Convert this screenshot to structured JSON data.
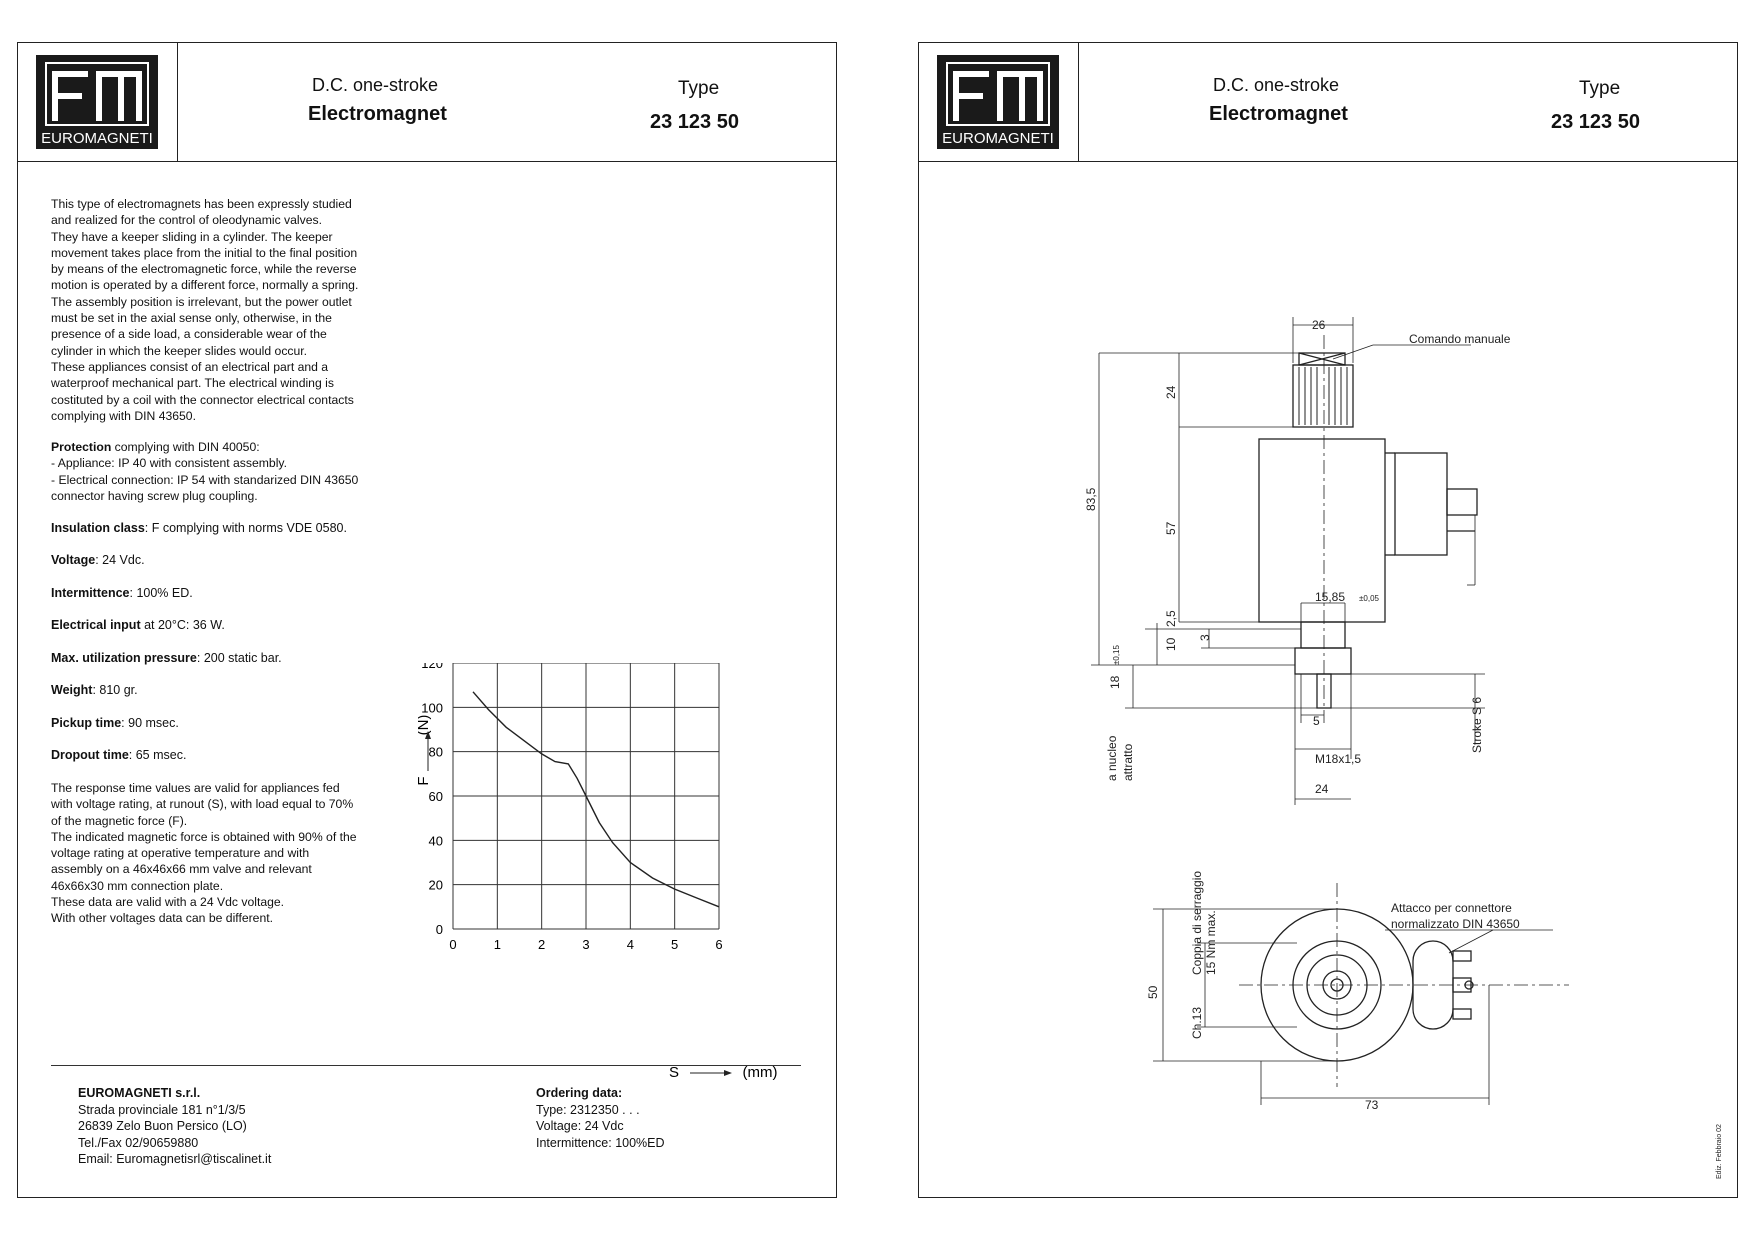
{
  "header": {
    "logo_text": "EUROMAGNETI",
    "subtitle": "D.C. one-stroke",
    "title": "Electromagnet",
    "type_label": "Type",
    "type_number": "23 123 50"
  },
  "description": "This type of electromagnets has been expressly studied\nand realized for the control of oleodynamic valves.\nThey have a keeper sliding in a cylinder. The keeper\nmovement takes place from the initial to the final position\nby means of the electromagnetic force, while the reverse\nmotion is operated by a different force, normally a spring.\nThe assembly position is irrelevant, but the power outlet\nmust be set in the axial sense only, otherwise, in the\npresence of a side load, a considerable wear of the\ncylinder in which the keeper slides would occur.\nThese appliances consist of an electrical part and a\nwaterproof mechanical part. The electrical winding is\ncostituted by a coil with the connector electrical contacts\ncomplying with DIN 43650.",
  "protection": {
    "label": "Protection",
    "text": " complying with DIN 40050:\n- Appliance: IP 40 with consistent assembly.\n- Electrical connection: IP 54 with standarized DIN 43650\nconnector having screw plug coupling."
  },
  "specs": [
    {
      "label": "Insulation class",
      "value": ": F complying with norms VDE 0580."
    },
    {
      "label": "Voltage",
      "value": ": 24 Vdc."
    },
    {
      "label": "Intermittence",
      "value": ": 100% ED."
    },
    {
      "label": "Electrical input",
      "value": " at 20°C: 36 W."
    },
    {
      "label": "Max. utilization pressure",
      "value": ": 200 static bar."
    },
    {
      "label": "Weight",
      "value": ": 810 gr."
    },
    {
      "label": "Pickup time",
      "value": ": 90 msec."
    },
    {
      "label": "Dropout time",
      "value": ": 65 msec."
    }
  ],
  "notes": "The response time values are valid for appliances fed\nwith voltage rating, at runout (S), with load equal to 70%\nof the magnetic force (F).\nThe indicated magnetic force is obtained with 90% of the\nvoltage rating at operative temperature and with\nassembly on a 46x46x66 mm valve and relevant\n46x66x30 mm connection plate.\nThese data are valid with a 24 Vdc voltage.\nWith other voltages data can be different.",
  "company": {
    "name": "EUROMAGNETI s.r.l.",
    "lines": "Strada provinciale 181 n°1/3/5\n26839 Zelo Buon Persico (LO)\nTel./Fax 02/90659880\nEmail: Euromagnetisrl@tiscalinet.it"
  },
  "ordering": {
    "title": "Ordering data:",
    "lines": "Type: 2312350 . . .\nVoltage: 24 Vdc\nIntermittence: 100%ED"
  },
  "chart_data": {
    "type": "line",
    "ylabel_symbol": "F",
    "ylabel_unit": "(N)",
    "xlabel_symbol": "S",
    "xlabel_unit": "(mm)",
    "xlim": [
      0,
      6
    ],
    "ylim": [
      0,
      120
    ],
    "x_ticks": [
      "0",
      "1",
      "2",
      "3",
      "4",
      "5",
      "6"
    ],
    "y_ticks": [
      "0",
      "20",
      "40",
      "60",
      "80",
      "100",
      "120"
    ],
    "grid": true,
    "series": [
      {
        "x": [
          0.45,
          0.8,
          1.2,
          1.6,
          2.0,
          2.3,
          2.6,
          2.8,
          3.0,
          3.3,
          3.6,
          4.0,
          4.5,
          5.0,
          5.5,
          6.0
        ],
        "y": [
          107,
          99,
          91,
          85,
          79,
          75.5,
          74.5,
          68,
          60,
          48,
          39,
          30,
          23,
          18,
          14,
          10
        ]
      }
    ]
  },
  "drawing": {
    "d_top": "26",
    "manual": "Comando manuale",
    "d_83": "83,5",
    "d_24": "24",
    "d_57": "57",
    "d_25": "2,5",
    "d_10": "10",
    "d_3": "3",
    "d_18": "18",
    "d_18_tol": "±0,15",
    "d_1585": "15,85",
    "d_1585_tol": "±0,05",
    "d_5": "5",
    "d_m18": "M18x1,5",
    "d_24b": "24",
    "stroke": "Stroke S 6",
    "nucleo1": "a nucleo",
    "nucleo2": "attratto",
    "coppia1": "Coppia di serraggio",
    "coppia2": "15 Nm max.",
    "ch13": "Ch.13",
    "d_50": "50",
    "attacco1": "Attacco per connettore",
    "attacco2": "normalizzato DIN 43650",
    "d_73": "73",
    "edition": "Ediz. Febbraio 02"
  }
}
